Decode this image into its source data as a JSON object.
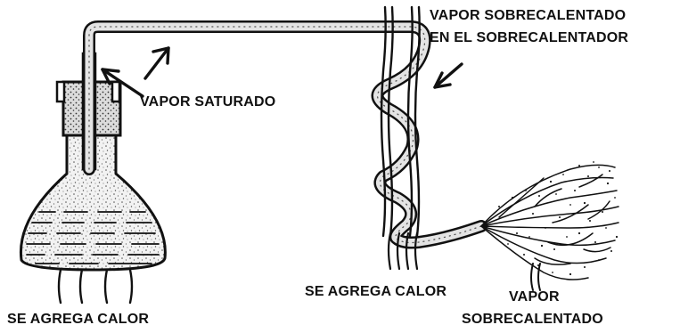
{
  "labels": {
    "vapor_saturado": "VAPOR SATURADO",
    "sobrecalentado_line1": "VAPOR SOBRECALENTADO",
    "sobrecalentado_line2": "EN EL SOBRECALENTADOR",
    "calor_left": "SE AGREGA CALOR",
    "calor_mid": "SE AGREGA CALOR",
    "vapor_line1": "VAPOR",
    "vapor_line2": "SOBRECALENTADO"
  },
  "colors": {
    "ink": "#111111",
    "pipe_fill": "#e4e4e4",
    "background": "#ffffff"
  }
}
